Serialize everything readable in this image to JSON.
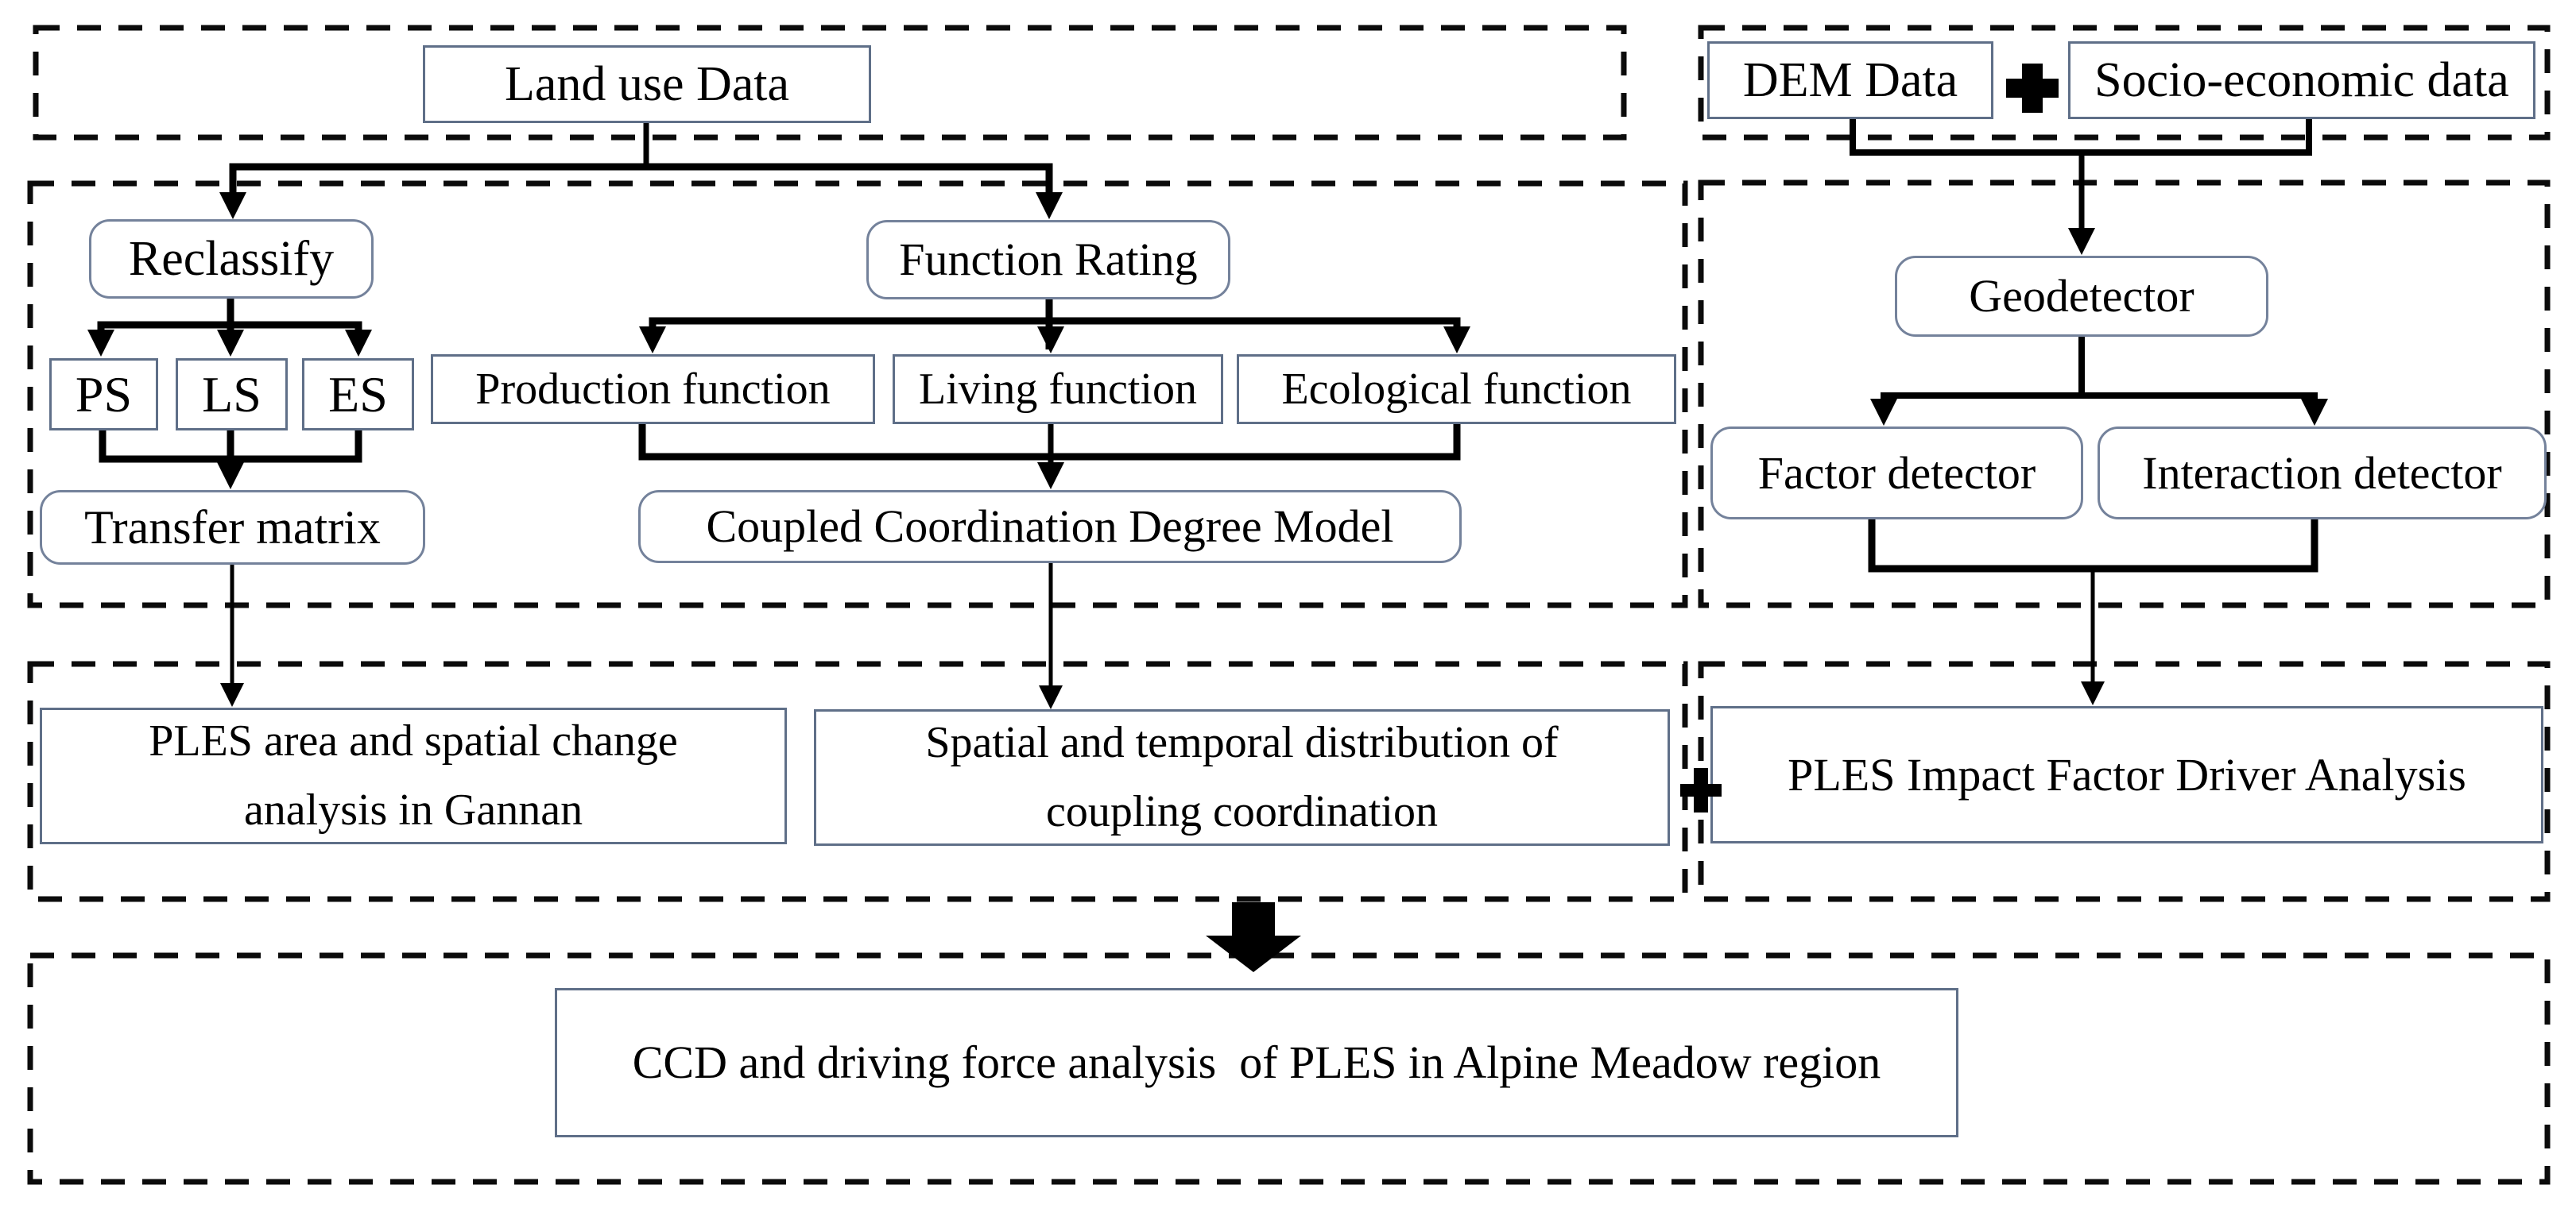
{
  "figure": {
    "type": "flowchart",
    "description": "Research workflow diagram with dashed stage containers"
  },
  "colors": {
    "background": "#ffffff",
    "line": "#000000",
    "dashed_border": "#0b0b0b",
    "solid_box_border": "#5f6f88",
    "rounded_box_border": "#74829b",
    "text": "#000000"
  },
  "icons": {
    "plus_icon": "✚",
    "block_arrow_down_icon": "⬇"
  },
  "nodes": {
    "land_use_data": "Land use Data",
    "dem_data": "DEM Data",
    "socio_economic_data": "Socio-economic data",
    "reclassify": "Reclassify",
    "function_rating": "Function Rating",
    "ps": "PS",
    "ls": "LS",
    "es": "ES",
    "production_function": "Production function",
    "living_function": "Living function",
    "ecological_function": "Ecological function",
    "transfer_matrix": "Transfer matrix",
    "coupled_coordination_degree_model": "Coupled Coordination Degree Model",
    "geodetector": "Geodetector",
    "factor_detector": "Factor detector",
    "interaction_detector": "Interaction detector",
    "ples_area_analysis": "PLES area and spatial change analysis in Gannan",
    "spatial_temporal_distribution": "Spatial and temporal distribution of coupling coordination",
    "ples_impact_driver": "PLES Impact Factor Driver Analysis",
    "ccd_driving_force": "CCD and driving force analysis  of PLES in Alpine Meadow region"
  }
}
